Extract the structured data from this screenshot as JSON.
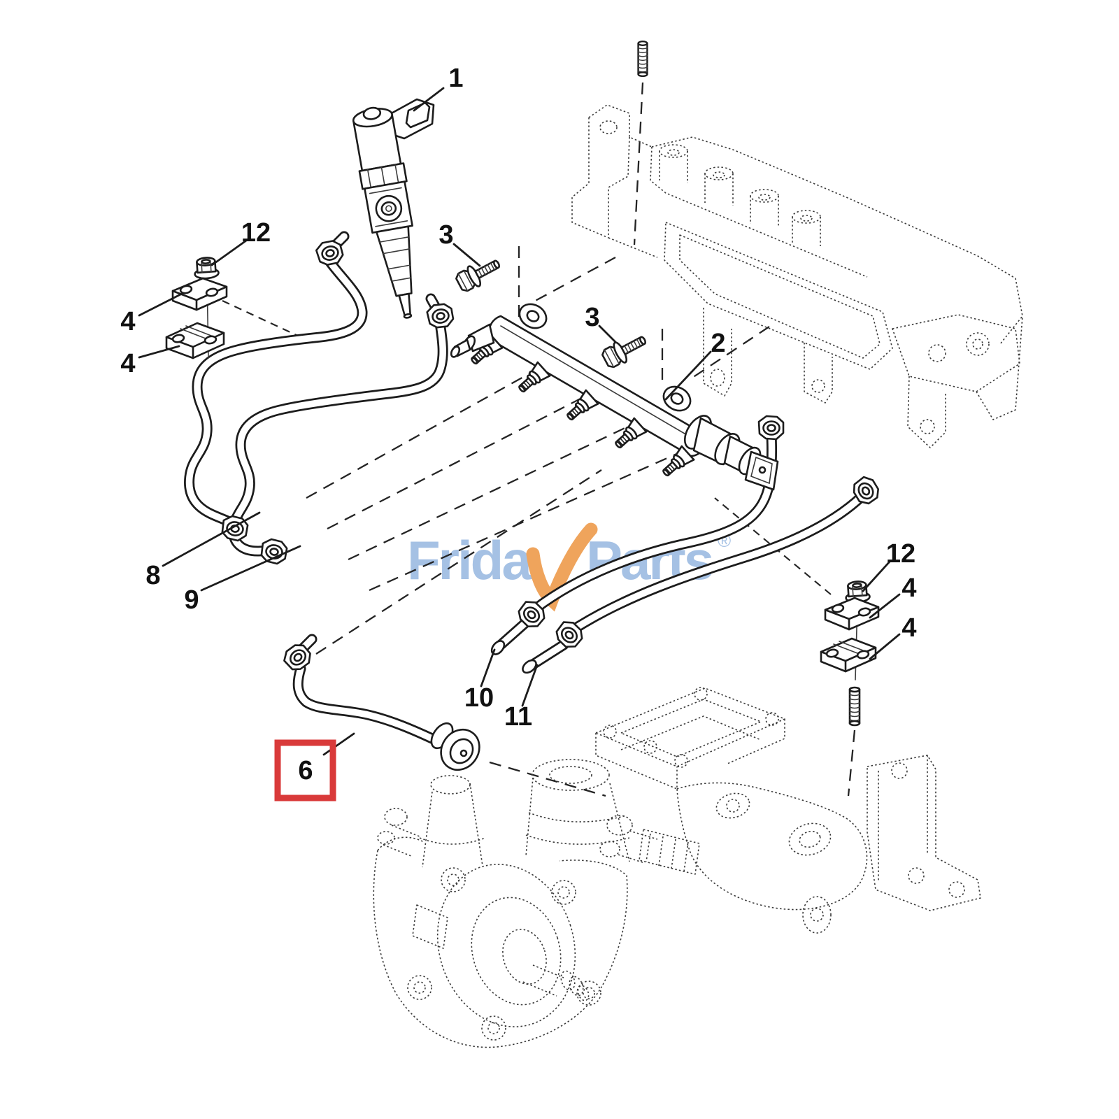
{
  "brand": {
    "prefix": "Frida",
    "suffix": "Parts",
    "registered": "®"
  },
  "colors": {
    "line": "#1c1c1c",
    "watermark_blue": "#a5c1e4",
    "watermark_orange": "#efa45c",
    "highlight_red": "#d93a3a",
    "background": "#ffffff"
  },
  "highlight": {
    "part": "6"
  },
  "callouts": [
    {
      "label": "1"
    },
    {
      "label": "12"
    },
    {
      "label": "4"
    },
    {
      "label": "4"
    },
    {
      "label": "3"
    },
    {
      "label": "3"
    },
    {
      "label": "2"
    },
    {
      "label": "8"
    },
    {
      "label": "9"
    },
    {
      "label": "10"
    },
    {
      "label": "11"
    },
    {
      "label": "6"
    },
    {
      "label": "12"
    },
    {
      "label": "4"
    },
    {
      "label": "4"
    }
  ]
}
